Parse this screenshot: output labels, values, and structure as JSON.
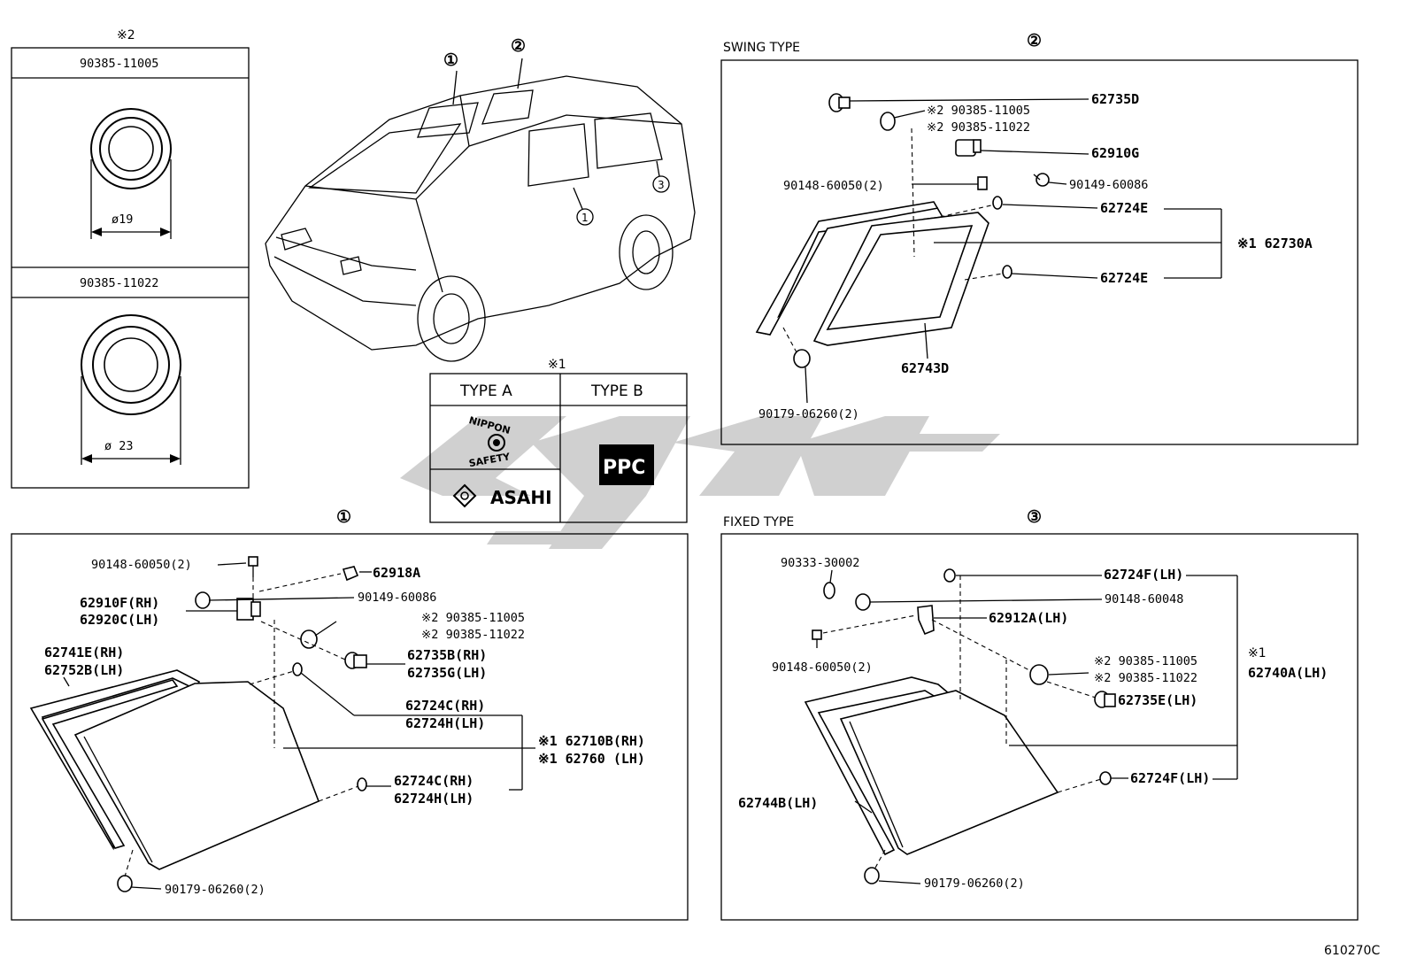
{
  "ref_mark_2": "※2",
  "ref_mark_1": "※1",
  "washers": [
    {
      "part": "90385-11005",
      "diameter": "ø19"
    },
    {
      "part": "90385-11022",
      "diameter": "ø 23"
    }
  ],
  "callouts": {
    "one": "①",
    "two": "②",
    "three": "③"
  },
  "type_table": {
    "type_a": "TYPE  A",
    "type_b": "TYPE  B",
    "nippon": "NIPPON",
    "safety": "SAFETY",
    "asahi": "ASAHI",
    "ppc": "PPC"
  },
  "swing": {
    "title": "SWING TYPE",
    "labels": {
      "p62735D": "62735D",
      "w1": "※2 90385-11005",
      "w2": "※2 90385-11022",
      "p62910G": "62910G",
      "screw": "90148-60050(2)",
      "p90149": "90149-60086",
      "e1": "62724E",
      "e2": "62724E",
      "p62730A": "※1 62730A",
      "p62743D": "62743D",
      "p90179": "90179-06260(2)"
    }
  },
  "sec1": {
    "labels": {
      "screw": "90148-60050(2)",
      "p62918A": "62918A",
      "p90149": "90149-60086",
      "p62910F": "62910F(RH)",
      "p62920C": "62920C(LH)",
      "w1": "※2 90385-11005",
      "w2": "※2 90385-11022",
      "p62741E": "62741E(RH)",
      "p62752B": "62752B(LH)",
      "p62735B": "62735B(RH)",
      "p62735G": "62735G(LH)",
      "c1": "62724C(RH)",
      "h1": "62724H(LH)",
      "p62710B": "※1 62710B(RH)",
      "p62760": "※1 62760 (LH)",
      "c2": "62724C(RH)",
      "h2": "62724H(LH)",
      "p90179": "90179-06260(2)"
    }
  },
  "fixed": {
    "title": "FIXED TYPE",
    "labels": {
      "p90333": "90333-30002",
      "f1": "62724F(LH)",
      "p90148_48": "90148-60048",
      "p62912A": "62912A(LH)",
      "screw": "90148-60050(2)",
      "w1": "※2 90385-11005",
      "w2": "※2 90385-11022",
      "ref1": "※1",
      "p62740A": "62740A(LH)",
      "p62735E": "62735E(LH)",
      "f2": "62724F(LH)",
      "p62744B": "62744B(LH)",
      "p90179": "90179-06260(2)"
    }
  },
  "drawing_code": "610270C",
  "watermark_color": "#c8c8c8"
}
